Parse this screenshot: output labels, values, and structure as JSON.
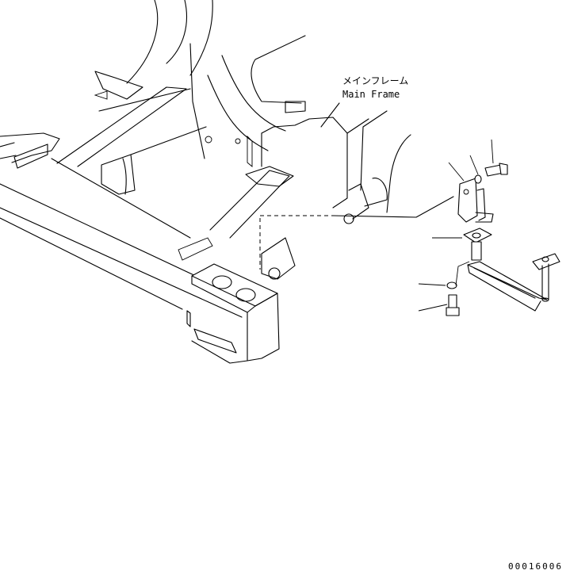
{
  "labels": {
    "main_frame_jp": "メインフレーム",
    "main_frame_en": "Main Frame"
  },
  "figure_code": "00016006"
}
